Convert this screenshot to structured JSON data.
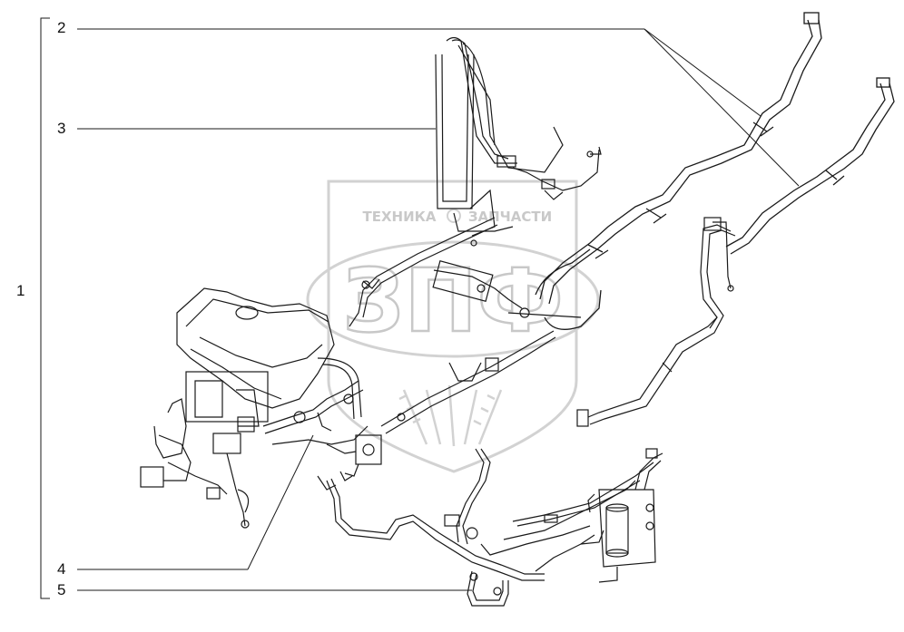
{
  "callouts": {
    "c1": "1",
    "c2": "2",
    "c3": "3",
    "c4": "4",
    "c5": "5"
  },
  "watermark": {
    "left_word": "ТЕХНИКА",
    "right_word": "ЗАПЧАСТИ",
    "monogram": "ЗПФ",
    "color": "#cfcfcf"
  },
  "colors": {
    "line": "#1a1a1a",
    "background": "#ffffff"
  }
}
